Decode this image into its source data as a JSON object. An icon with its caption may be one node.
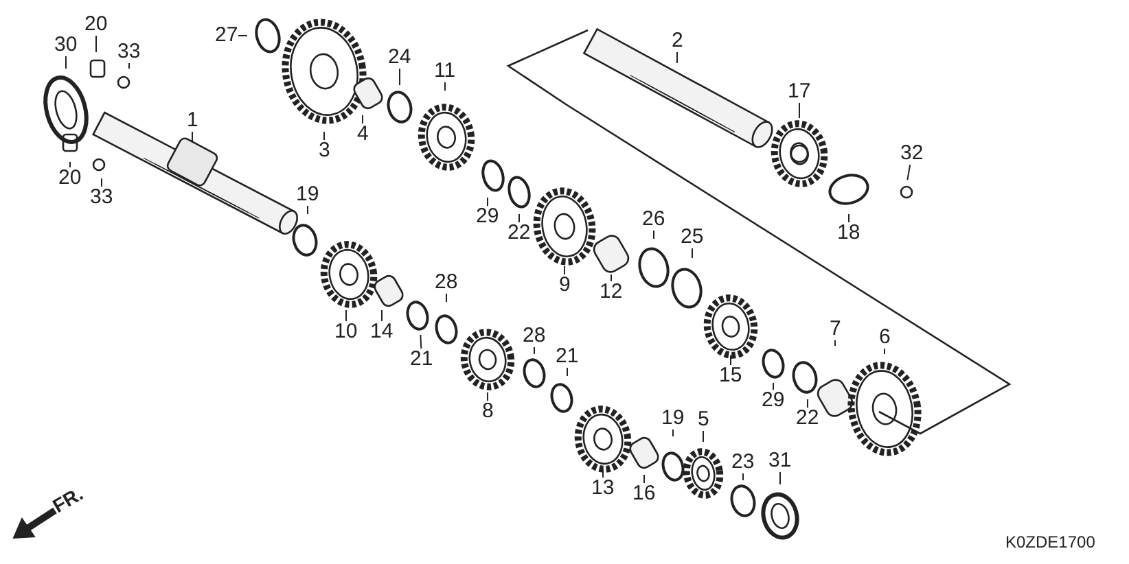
{
  "diagram": {
    "nodes": [
      {
        "text": [
          "27"
        ]
      },
      {
        "text": [
          "20"
        ]
      },
      {
        "text": [
          "30"
        ]
      },
      {
        "text": [
          "2"
        ]
      },
      {
        "text": [
          "33"
        ]
      },
      {
        "text": [
          "24"
        ]
      },
      {
        "text": [
          "11"
        ]
      },
      {
        "text": [
          "17"
        ]
      },
      {
        "text": [
          "1"
        ]
      },
      {
        "text": [
          "4"
        ]
      },
      {
        "text": [
          "3"
        ]
      },
      {
        "text": [
          "32"
        ]
      },
      {
        "text": [
          "20"
        ]
      },
      {
        "text": [
          "19"
        ]
      },
      {
        "text": [
          "33"
        ]
      },
      {
        "text": [
          "29"
        ]
      },
      {
        "text": [
          "26"
        ]
      },
      {
        "text": [
          "18"
        ]
      },
      {
        "text": [
          "22"
        ]
      },
      {
        "text": [
          "25"
        ]
      },
      {
        "text": [
          "28"
        ]
      },
      {
        "text": [
          "9"
        ]
      },
      {
        "text": [
          "12"
        ]
      },
      {
        "text": [
          "7"
        ]
      },
      {
        "text": [
          "10"
        ]
      },
      {
        "text": [
          "14"
        ]
      },
      {
        "text": [
          "28"
        ]
      },
      {
        "text": [
          "6"
        ]
      },
      {
        "text": [
          "21"
        ]
      },
      {
        "text": [
          "21"
        ]
      },
      {
        "text": [
          "15"
        ]
      },
      {
        "text": [
          "29"
        ]
      },
      {
        "text": [
          "22"
        ]
      },
      {
        "text": [
          "8"
        ]
      },
      {
        "text": [
          "19"
        ]
      },
      {
        "text": [
          "5"
        ]
      },
      {
        "text": [
          "23"
        ]
      },
      {
        "text": [
          "31"
        ]
      },
      {
        "text": [
          "13"
        ]
      },
      {
        "text": [
          "16"
        ]
      }
    ],
    "edges": [
      {
        "from": 0,
        "to": null,
        "arrow": "none"
      },
      {
        "from": 1,
        "to": null,
        "arrow": "none"
      },
      {
        "from": 2,
        "to": null,
        "arrow": "none"
      },
      {
        "from": 3,
        "to": null,
        "arrow": "none"
      },
      {
        "from": 4,
        "to": null,
        "arrow": "none"
      },
      {
        "from": 5,
        "to": null,
        "arrow": "none"
      },
      {
        "from": 6,
        "to": null,
        "arrow": "none"
      },
      {
        "from": 7,
        "to": null,
        "arrow": "none"
      },
      {
        "from": 8,
        "to": null,
        "arrow": "none"
      },
      {
        "from": 9,
        "to": null,
        "arrow": "none"
      },
      {
        "from": 10,
        "to": null,
        "arrow": "none"
      },
      {
        "from": 11,
        "to": null,
        "arrow": "none"
      },
      {
        "from": 12,
        "to": null,
        "arrow": "none"
      },
      {
        "from": 13,
        "to": null,
        "arrow": "none"
      },
      {
        "from": 14,
        "to": null,
        "arrow": "none"
      },
      {
        "from": 15,
        "to": null,
        "arrow": "none"
      },
      {
        "from": 16,
        "to": null,
        "arrow": "none"
      },
      {
        "from": 17,
        "to": null,
        "arrow": "none"
      },
      {
        "from": 18,
        "to": null,
        "arrow": "none"
      },
      {
        "from": 19,
        "to": null,
        "arrow": "none"
      },
      {
        "from": 20,
        "to": null,
        "arrow": "none"
      },
      {
        "from": 21,
        "to": null,
        "arrow": "none"
      },
      {
        "from": 22,
        "to": null,
        "arrow": "none"
      },
      {
        "from": 23,
        "to": null,
        "arrow": "none"
      },
      {
        "from": 24,
        "to": null,
        "arrow": "none"
      },
      {
        "from": 25,
        "to": null,
        "arrow": "none"
      },
      {
        "from": 26,
        "to": null,
        "arrow": "none"
      },
      {
        "from": 27,
        "to": null,
        "arrow": "none"
      },
      {
        "from": 28,
        "to": null,
        "arrow": "none"
      },
      {
        "from": 29,
        "to": null,
        "arrow": "none"
      },
      {
        "from": 30,
        "to": null,
        "arrow": "none"
      },
      {
        "from": 31,
        "to": null,
        "arrow": "none"
      },
      {
        "from": 32,
        "to": null,
        "arrow": "none"
      },
      {
        "from": 33,
        "to": null,
        "arrow": "none"
      },
      {
        "from": 34,
        "to": null,
        "arrow": "none"
      },
      {
        "from": 35,
        "to": null,
        "arrow": "none"
      },
      {
        "from": 36,
        "to": null,
        "arrow": "none"
      },
      {
        "from": 37,
        "to": null,
        "arrow": "none"
      },
      {
        "from": 38,
        "to": null,
        "arrow": "none"
      },
      {
        "from": 39,
        "to": null,
        "arrow": "none"
      }
    ],
    "labels": [
      "FR.",
      "K0ZDE1700"
    ]
  }
}
